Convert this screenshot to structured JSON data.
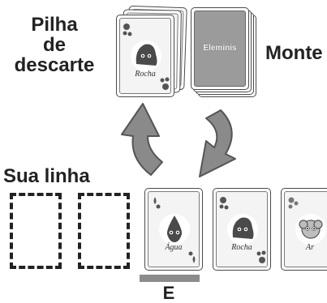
{
  "labels": {
    "discard_line1": "Pilha",
    "discard_line2": "de",
    "discard_line3": "descarte",
    "deck": "Monte",
    "your_row": "Sua linha",
    "slot_letter": "E"
  },
  "discard_pile": {
    "top_card": {
      "name": "Rocha",
      "icon": "rock-creature-icon"
    }
  },
  "deck": {
    "logo_text": "Eleminis"
  },
  "row_cards": [
    {
      "name": "Água",
      "icon": "water-creature-icon"
    },
    {
      "name": "Rocha",
      "icon": "rock-creature-icon"
    },
    {
      "name": "Ar",
      "icon": "air-creature-icon"
    }
  ],
  "colors": {
    "arrow": "#8a8a8a",
    "arrow_outline": "#555555",
    "card_border": "#4a4a4a",
    "deck_back": "#9b9b9b",
    "slot_dash": "#222222"
  }
}
